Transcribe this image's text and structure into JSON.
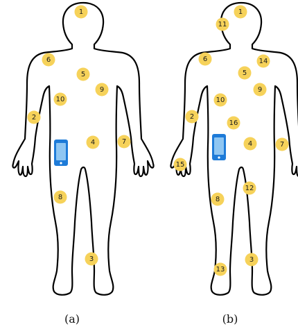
{
  "figures": [
    {
      "caption": "(a)",
      "device_icon": "smartphone-icon",
      "markers": [
        "1",
        "6",
        "5",
        "9",
        "10",
        "2",
        "4",
        "7",
        "8",
        "3"
      ]
    },
    {
      "caption": "(b)",
      "device_icon": "smartphone-icon",
      "markers": [
        "1",
        "11",
        "6",
        "14",
        "5",
        "9",
        "10",
        "2",
        "16",
        "4",
        "7",
        "15",
        "12",
        "8",
        "3",
        "13"
      ]
    }
  ],
  "colors": {
    "marker": "#f6d25a",
    "outline": "#000000",
    "phone": "#1e7bd8",
    "phone_screen": "#8fc6f2"
  }
}
